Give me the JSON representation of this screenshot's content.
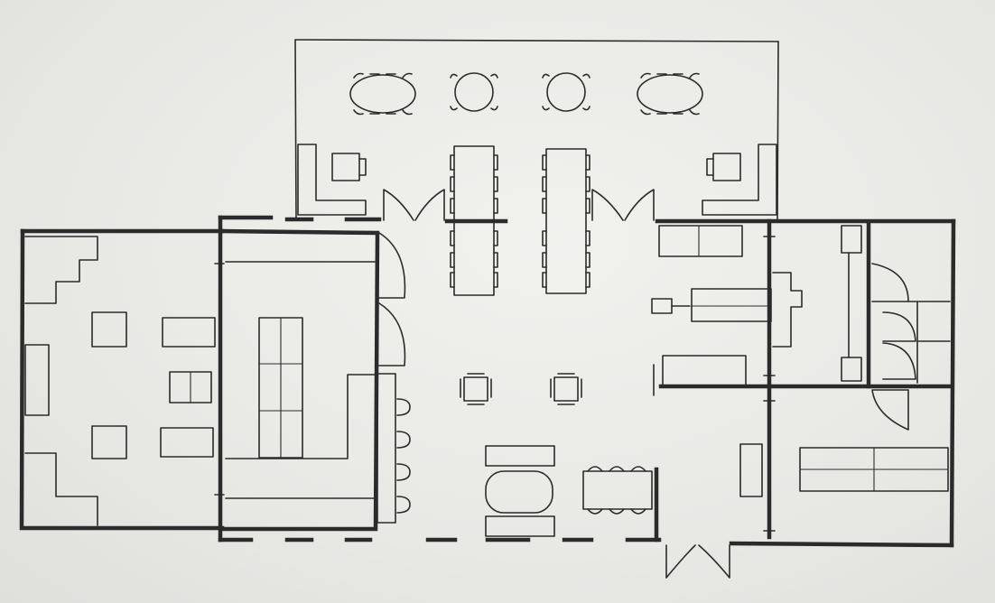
{
  "drawing": {
    "kind": "hand-drawn floor plan",
    "ink_color": "#2b2b2b",
    "paper_color": "#ececea"
  },
  "elements": [
    "exterior-walls",
    "patio",
    "patio-oval-dining-tables",
    "patio-round-tables",
    "patio-lounge-chairs",
    "patio-double-doors",
    "long-bench-tables",
    "left-room",
    "center-left-room",
    "swing-doors",
    "bar-counter",
    "bar-stools",
    "cafe-tables",
    "sofas",
    "bathtub",
    "dining-table",
    "right-rooms",
    "entry-double-door"
  ]
}
